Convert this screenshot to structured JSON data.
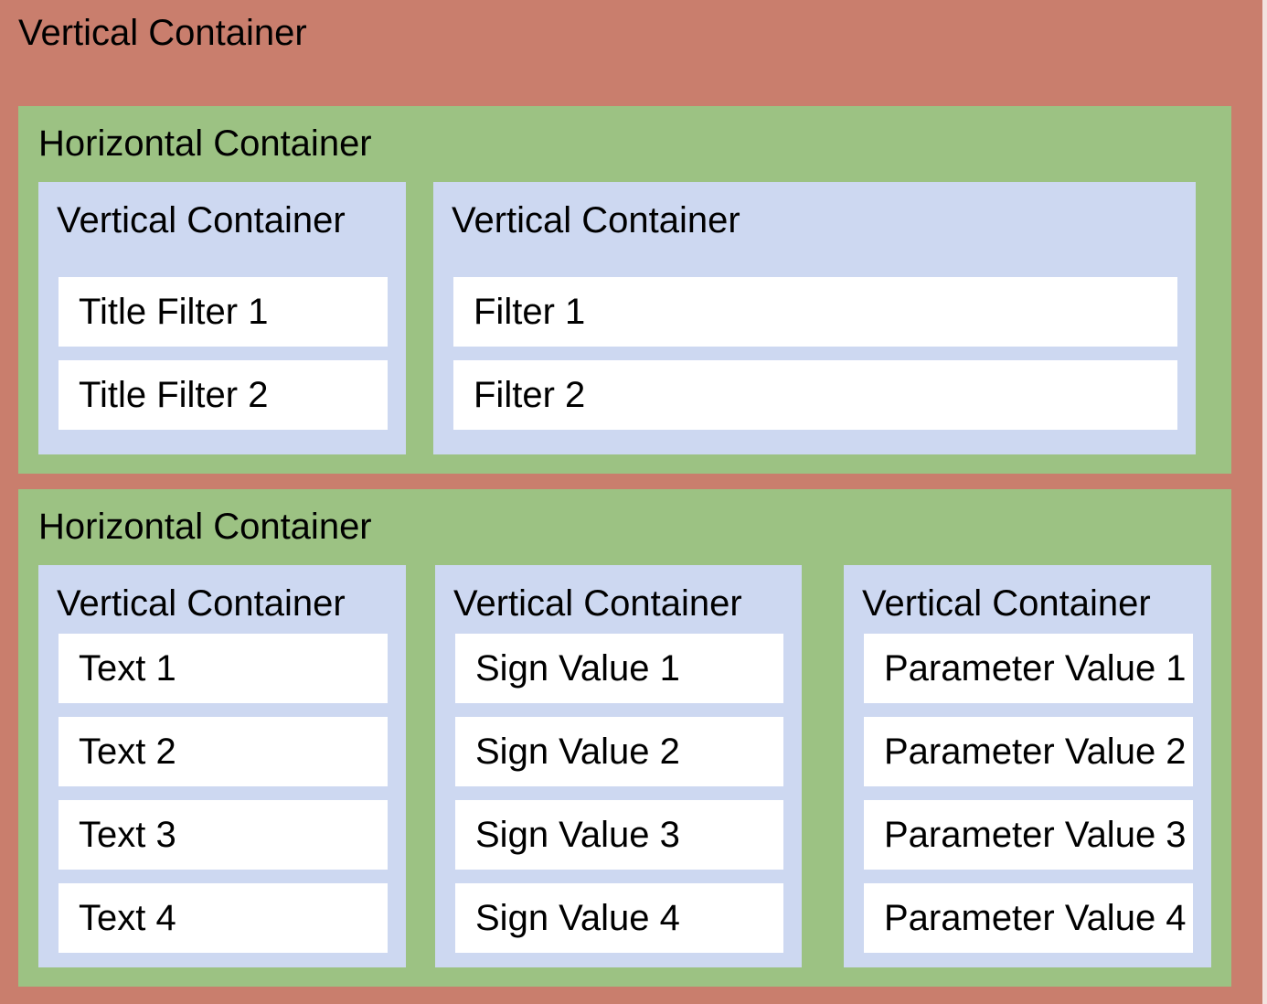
{
  "colors": {
    "outer-bg": "#c97e6d",
    "row-bg": "#9cc283",
    "col-bg": "#cdd8f1",
    "item-bg": "#ffffff",
    "text": "#000000"
  },
  "root": {
    "label": "Vertical Container"
  },
  "rows": [
    {
      "label": "Horizontal Container",
      "columns": [
        {
          "label": "Vertical Container",
          "items": [
            "Title Filter 1",
            "Title Filter 2"
          ]
        },
        {
          "label": "Vertical Container",
          "items": [
            "Filter 1",
            "Filter 2"
          ]
        }
      ]
    },
    {
      "label": "Horizontal Container",
      "columns": [
        {
          "label": "Vertical Container",
          "items": [
            "Text 1",
            "Text 2",
            "Text 3",
            "Text 4"
          ]
        },
        {
          "label": "Vertical Container",
          "items": [
            "Sign Value 1",
            "Sign Value 2",
            "Sign Value 3",
            "Sign Value 4"
          ]
        },
        {
          "label": "Vertical Container",
          "items": [
            "Parameter Value 1",
            "Parameter Value 2",
            "Parameter Value 3",
            "Parameter Value 4"
          ]
        }
      ]
    }
  ]
}
